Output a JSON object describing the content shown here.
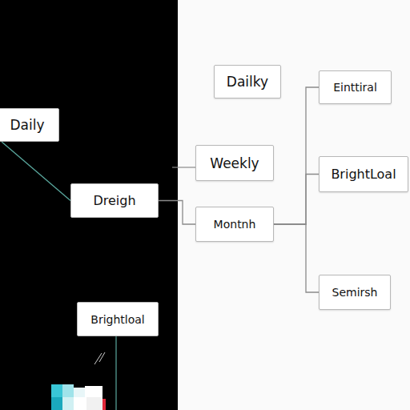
{
  "diagram": {
    "nodes": [
      {
        "text": [
          "Daily"
        ]
      },
      {
        "text": [
          "Dreigh"
        ]
      },
      {
        "text": [
          "Brightloal"
        ]
      },
      {
        "text": [
          "Dailky"
        ]
      },
      {
        "text": [
          "Weekly"
        ]
      },
      {
        "text": [
          "Montnh"
        ]
      },
      {
        "text": [
          "Einttiral"
        ]
      },
      {
        "text": [
          "BrightLoal"
        ]
      },
      {
        "text": [
          "Semirsh"
        ]
      }
    ],
    "edges": [
      {
        "from": 0,
        "to": 1,
        "arrow": "none"
      },
      {
        "from": 1,
        "to": 5,
        "arrow": "none"
      },
      {
        "from": 5,
        "to": 6,
        "arrow": "none"
      },
      {
        "from": 5,
        "to": 7,
        "arrow": "none"
      },
      {
        "from": 5,
        "to": 8,
        "arrow": "none"
      }
    ]
  }
}
